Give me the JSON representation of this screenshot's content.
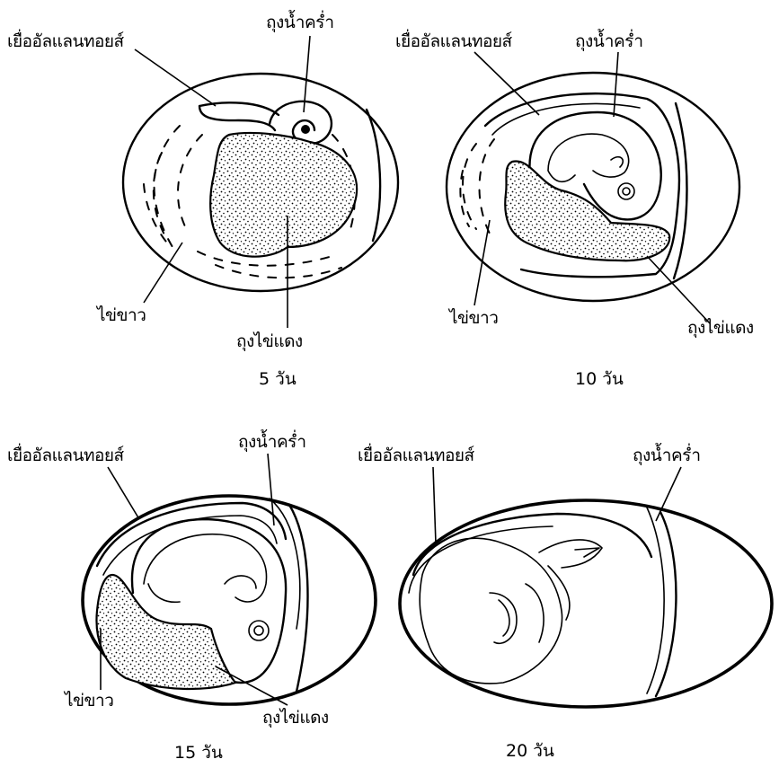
{
  "panels": [
    {
      "caption": "5 วัน",
      "labels": {
        "allantois": "เยื่ออัลแลนทอยส์",
        "amnion": "ถุงน้ำคร่ำ",
        "albumen": "ไข่ขาว",
        "yolk_sac": "ถุงไข่แดง"
      }
    },
    {
      "caption": "10 วัน",
      "labels": {
        "allantois": "เยื่ออัลแลนทอยส์",
        "amnion": "ถุงน้ำคร่ำ",
        "albumen": "ไข่ขาว",
        "yolk_sac": "ถุงไข่แดง"
      }
    },
    {
      "caption": "15 วัน",
      "labels": {
        "allantois": "เยื่ออัลแลนทอยส์",
        "amnion": "ถุงน้ำคร่ำ",
        "albumen": "ไข่ขาว",
        "yolk_sac": "ถุงไข่แดง"
      }
    },
    {
      "caption": "20 วัน",
      "labels": {
        "allantois": "เยื่ออัลแลนทอยส์",
        "amnion": "ถุงน้ำคร่ำ"
      }
    }
  ]
}
